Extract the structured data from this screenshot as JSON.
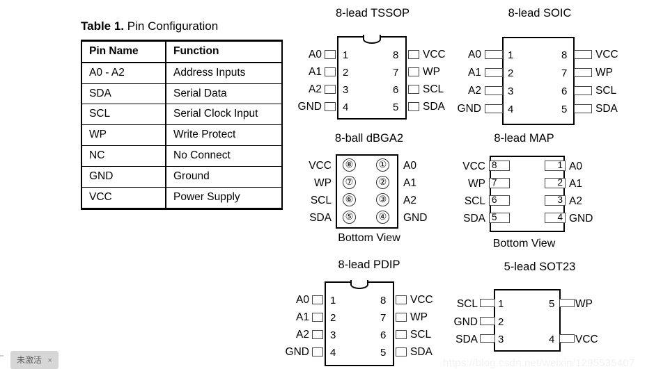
{
  "table": {
    "caption_bold": "Table 1.",
    "caption_rest": "Pin Configuration",
    "headers": [
      "Pin Name",
      "Function"
    ],
    "rows": [
      {
        "pin": "A0 - A2",
        "function": "Address Inputs"
      },
      {
        "pin": "SDA",
        "function": "Serial Data"
      },
      {
        "pin": "SCL",
        "function": "Serial Clock Input"
      },
      {
        "pin": "WP",
        "function": "Write Protect"
      },
      {
        "pin": "NC",
        "function": "No Connect"
      },
      {
        "pin": "GND",
        "function": "Ground"
      },
      {
        "pin": "VCC",
        "function": "Power Supply"
      }
    ]
  },
  "packages": {
    "tssop": {
      "title": "8-lead TSSOP",
      "left": [
        {
          "num": "1",
          "label": "A0"
        },
        {
          "num": "2",
          "label": "A1"
        },
        {
          "num": "3",
          "label": "A2"
        },
        {
          "num": "4",
          "label": "GND"
        }
      ],
      "right": [
        {
          "num": "8",
          "label": "VCC"
        },
        {
          "num": "7",
          "label": "WP"
        },
        {
          "num": "6",
          "label": "SCL"
        },
        {
          "num": "5",
          "label": "SDA"
        }
      ]
    },
    "soic": {
      "title": "8-lead SOIC",
      "left": [
        {
          "num": "1",
          "label": "A0"
        },
        {
          "num": "2",
          "label": "A1"
        },
        {
          "num": "3",
          "label": "A2"
        },
        {
          "num": "4",
          "label": "GND"
        }
      ],
      "right": [
        {
          "num": "8",
          "label": "VCC"
        },
        {
          "num": "7",
          "label": "WP"
        },
        {
          "num": "6",
          "label": "SCL"
        },
        {
          "num": "5",
          "label": "SDA"
        }
      ]
    },
    "dbga2": {
      "title": "8-ball dBGA2",
      "footer": "Bottom View",
      "left": [
        {
          "num": "⑧",
          "label": "VCC"
        },
        {
          "num": "⑦",
          "label": "WP"
        },
        {
          "num": "⑥",
          "label": "SCL"
        },
        {
          "num": "⑤",
          "label": "SDA"
        }
      ],
      "right": [
        {
          "num": "①",
          "label": "A0"
        },
        {
          "num": "②",
          "label": "A1"
        },
        {
          "num": "③",
          "label": "A2"
        },
        {
          "num": "④",
          "label": "GND"
        }
      ]
    },
    "map": {
      "title": "8-lead MAP",
      "footer": "Bottom View",
      "left": [
        {
          "num": "8",
          "label": "VCC"
        },
        {
          "num": "7",
          "label": "WP"
        },
        {
          "num": "6",
          "label": "SCL"
        },
        {
          "num": "5",
          "label": "SDA"
        }
      ],
      "right": [
        {
          "num": "1",
          "label": "A0"
        },
        {
          "num": "2",
          "label": "A1"
        },
        {
          "num": "3",
          "label": "A2"
        },
        {
          "num": "4",
          "label": "GND"
        }
      ]
    },
    "pdip": {
      "title": "8-lead PDIP",
      "left": [
        {
          "num": "1",
          "label": "A0"
        },
        {
          "num": "2",
          "label": "A1"
        },
        {
          "num": "3",
          "label": "A2"
        },
        {
          "num": "4",
          "label": "GND"
        }
      ],
      "right": [
        {
          "num": "8",
          "label": "VCC"
        },
        {
          "num": "7",
          "label": "WP"
        },
        {
          "num": "6",
          "label": "SCL"
        },
        {
          "num": "5",
          "label": "SDA"
        }
      ]
    },
    "sot23": {
      "title": "5-lead SOT23",
      "left": [
        {
          "num": "1",
          "label": "SCL"
        },
        {
          "num": "2",
          "label": "GND"
        },
        {
          "num": "3",
          "label": "SDA"
        }
      ],
      "right": [
        {
          "num": "5",
          "label": "WP"
        },
        {
          "num": "4",
          "label": "VCC"
        }
      ]
    }
  },
  "overlay": {
    "activation_text": "未激活",
    "activation_close": "×",
    "watermark": "https://blog.csdn.net/weixin/1295535407"
  }
}
